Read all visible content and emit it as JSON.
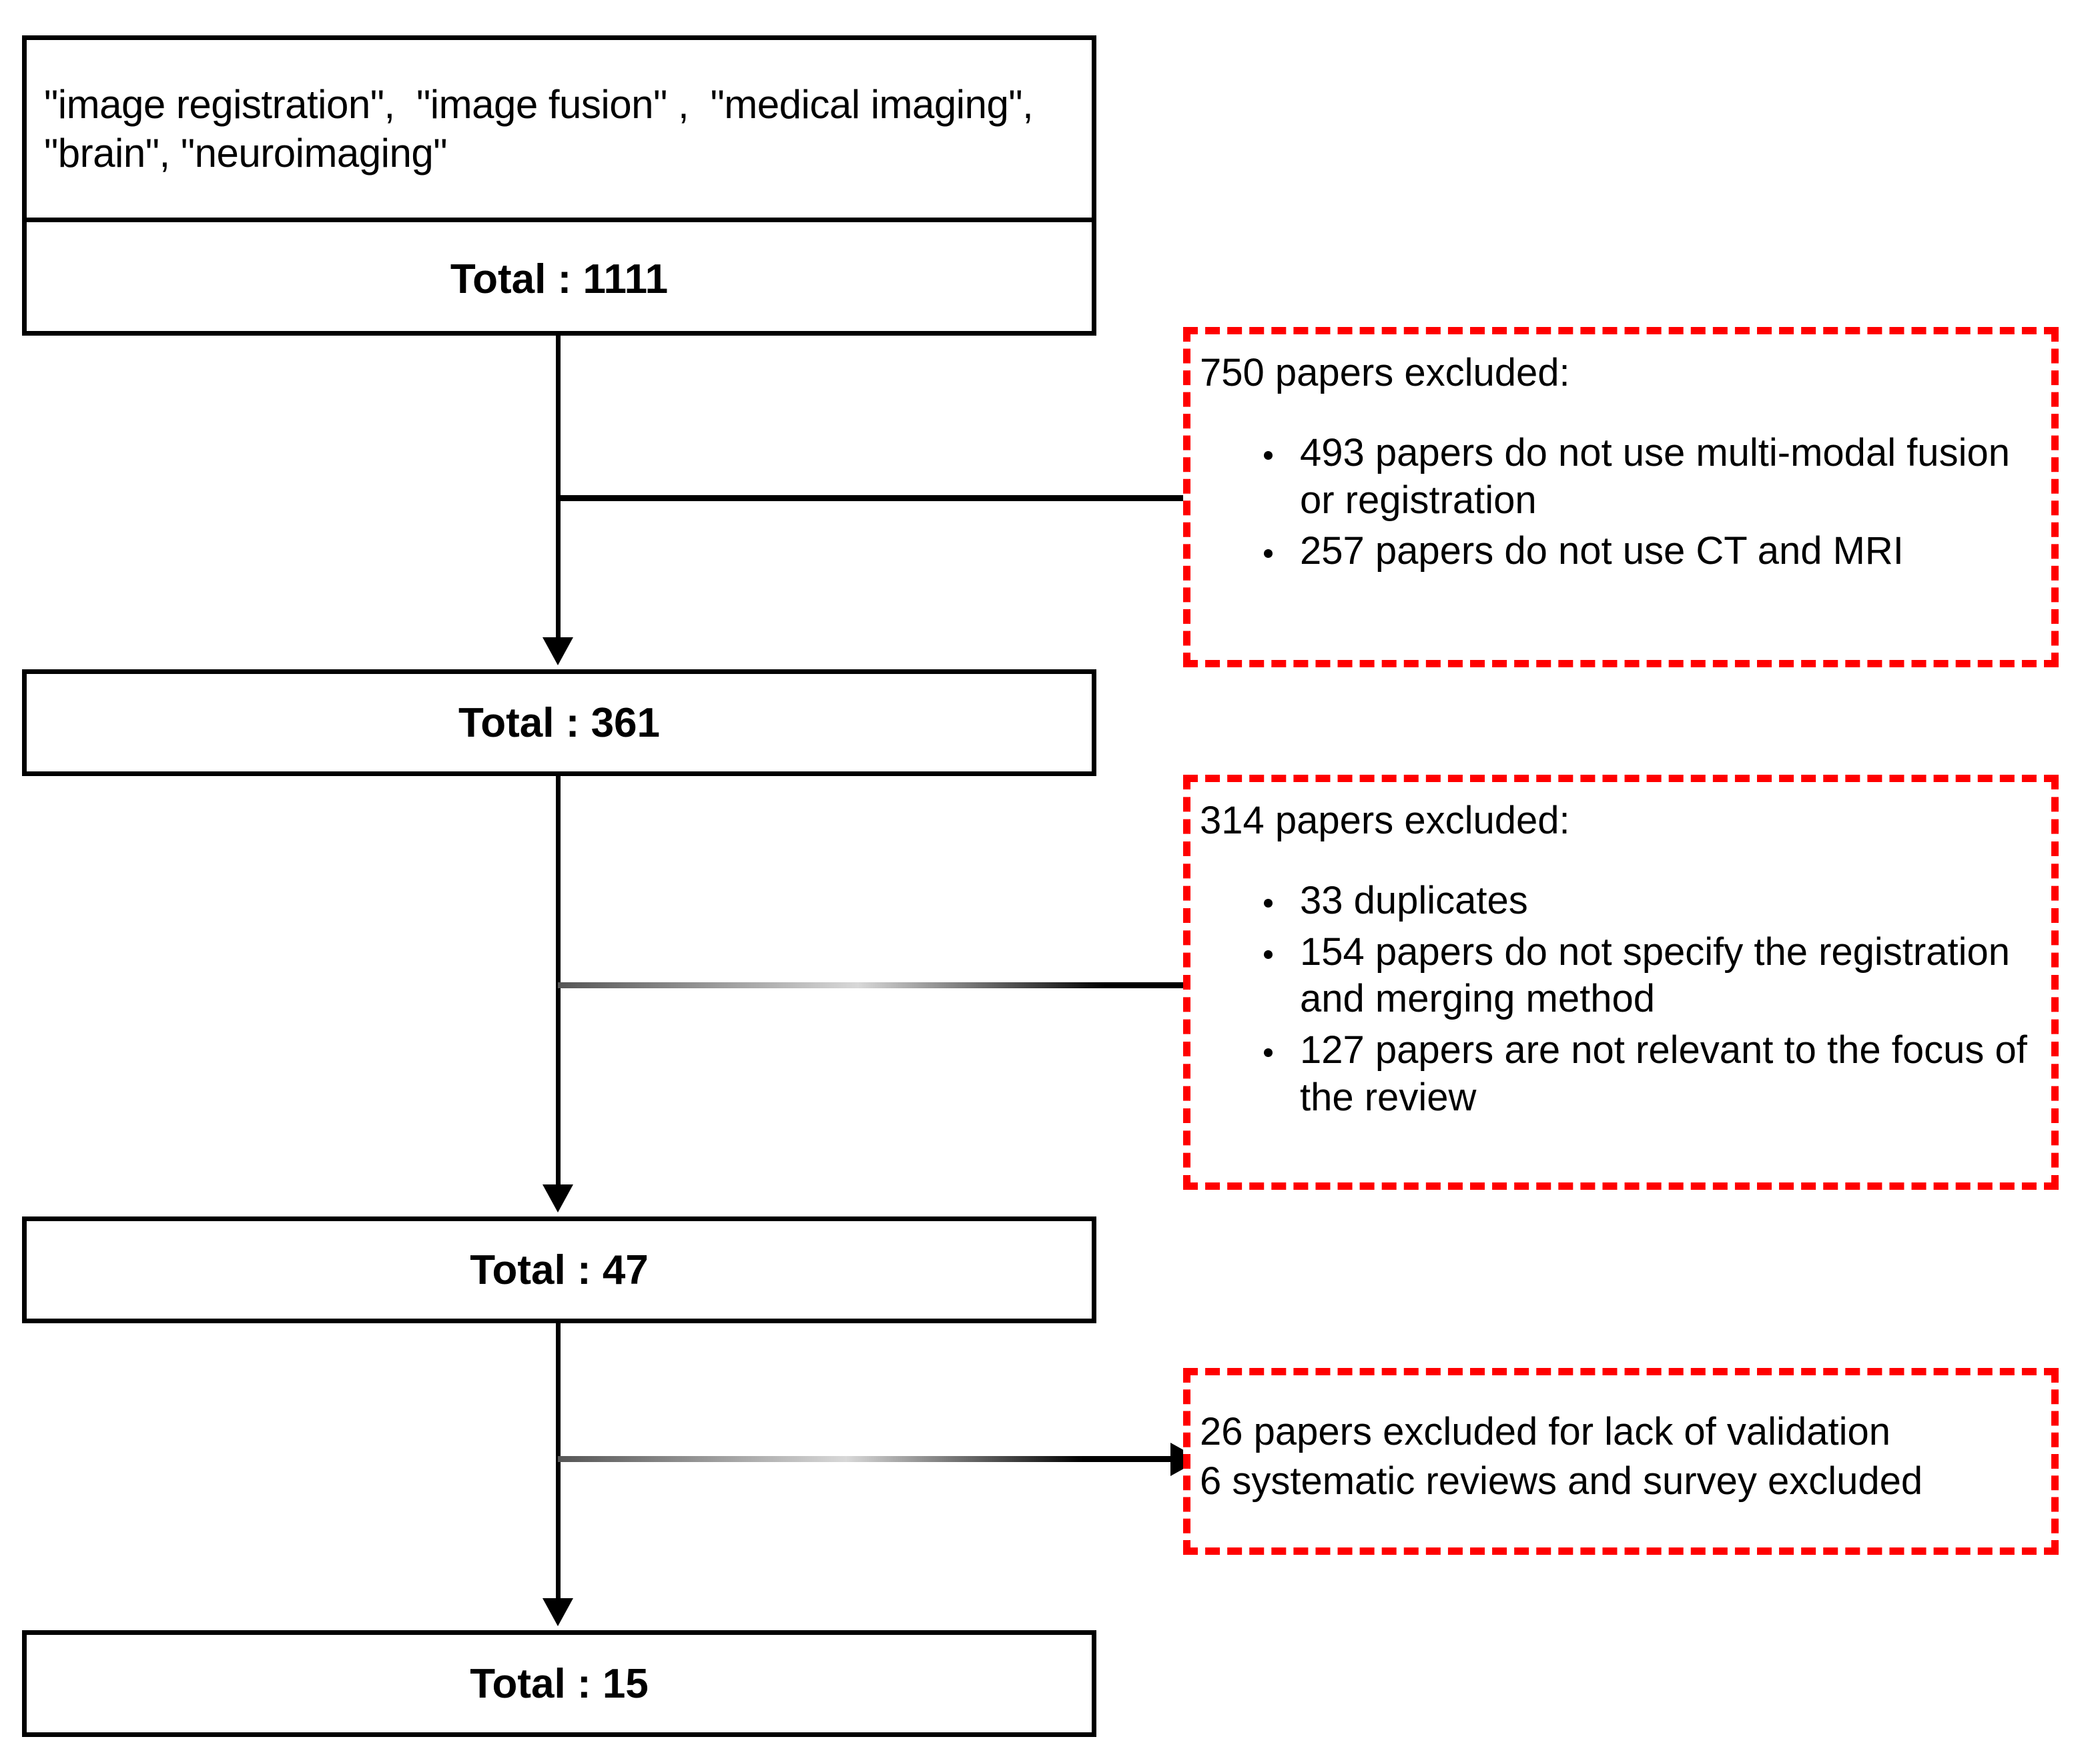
{
  "diagram": {
    "title": "Literature selection flow diagram",
    "accent_color": "#ff0000",
    "line_color": "#000000",
    "search_box": {
      "terms": "\"image registration\",  \"image fusion\" ,  \"medical imaging\", \"brain\", \"neuroimaging\"",
      "total": "Total : 1111"
    },
    "stages": [
      {
        "id": "stage-361",
        "label": "Total : 361"
      },
      {
        "id": "stage-47",
        "label": "Total : 47"
      },
      {
        "id": "stage-15",
        "label": "Total : 15"
      }
    ],
    "exclusions": [
      {
        "id": "exclusion-1",
        "heading": "750 papers excluded:",
        "items": [
          "493 papers do not use multi-modal fusion or registration",
          "257 papers do not use CT and MRI"
        ]
      },
      {
        "id": "exclusion-2",
        "heading": "314 papers excluded:",
        "items": [
          "33 duplicates",
          "154 papers do not specify the registration and merging method",
          "127 papers are not relevant to the focus of the review"
        ]
      },
      {
        "id": "exclusion-3",
        "lines": [
          "26 papers excluded for lack of validation",
          "6 systematic reviews and survey excluded"
        ]
      }
    ]
  }
}
